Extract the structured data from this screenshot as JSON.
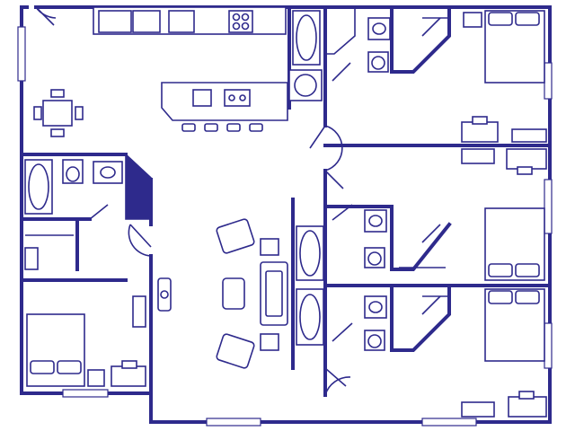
{
  "colors": {
    "ink": "#2e2a8c",
    "paper": "#ffffff"
  },
  "rooms": [
    {
      "name": "kitchen-dining",
      "icons": [
        "dining-table-icon",
        "kitchen-island-icon",
        "bar-stool-icon",
        "range-icon",
        "sink-icon"
      ]
    },
    {
      "name": "living-room",
      "icons": [
        "armchair-icon",
        "sofa-icon",
        "coffee-table-icon",
        "side-table-icon"
      ]
    },
    {
      "name": "bedroom-1",
      "icons": [
        "double-bed-icon",
        "desk-icon",
        "nightstand-icon"
      ]
    },
    {
      "name": "bedroom-2",
      "icons": [
        "double-bed-icon",
        "desk-icon",
        "nightstand-icon"
      ]
    },
    {
      "name": "bedroom-3",
      "icons": [
        "double-bed-icon",
        "desk-icon",
        "nightstand-icon"
      ]
    },
    {
      "name": "bedroom-4",
      "icons": [
        "double-bed-icon",
        "desk-icon",
        "nightstand-icon"
      ]
    },
    {
      "name": "bathroom",
      "icons": [
        "bathtub-icon",
        "toilet-icon",
        "vanity-sink-icon"
      ]
    }
  ]
}
